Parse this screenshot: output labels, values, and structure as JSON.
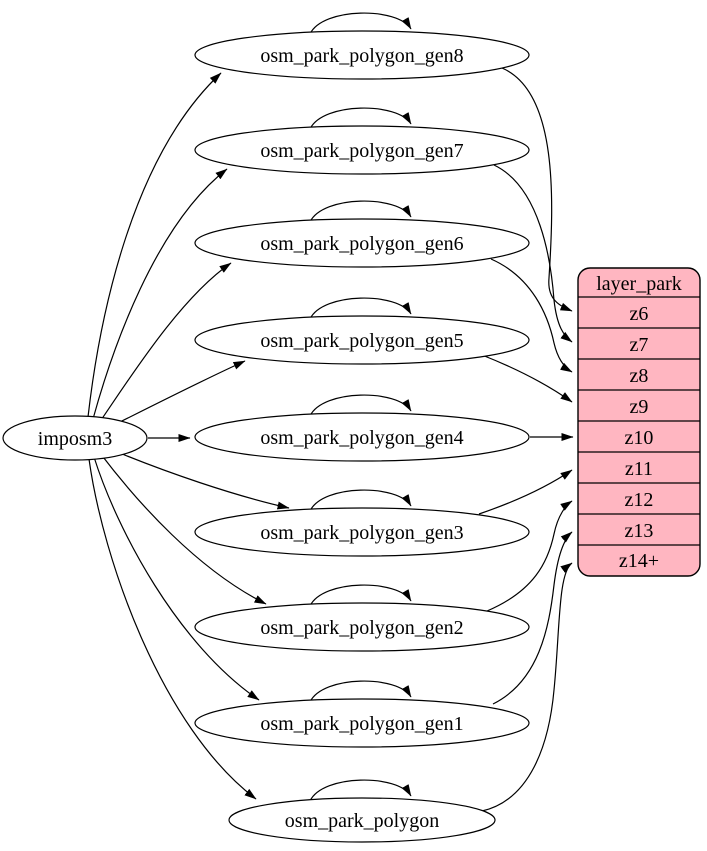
{
  "nodes": {
    "imposm3": "imposm3",
    "gen8": "osm_park_polygon_gen8",
    "gen7": "osm_park_polygon_gen7",
    "gen6": "osm_park_polygon_gen6",
    "gen5": "osm_park_polygon_gen5",
    "gen4": "osm_park_polygon_gen4",
    "gen3": "osm_park_polygon_gen3",
    "gen2": "osm_park_polygon_gen2",
    "gen1": "osm_park_polygon_gen1",
    "polygon": "osm_park_polygon"
  },
  "table": {
    "title": "layer_park",
    "rows": [
      "z6",
      "z7",
      "z8",
      "z9",
      "z10",
      "z11",
      "z12",
      "z13",
      "z14+"
    ]
  },
  "edges": [
    {
      "from": "imposm3",
      "to": "osm_park_polygon_gen8"
    },
    {
      "from": "imposm3",
      "to": "osm_park_polygon_gen7"
    },
    {
      "from": "imposm3",
      "to": "osm_park_polygon_gen6"
    },
    {
      "from": "imposm3",
      "to": "osm_park_polygon_gen5"
    },
    {
      "from": "imposm3",
      "to": "osm_park_polygon_gen4"
    },
    {
      "from": "imposm3",
      "to": "osm_park_polygon_gen3"
    },
    {
      "from": "imposm3",
      "to": "osm_park_polygon_gen2"
    },
    {
      "from": "imposm3",
      "to": "osm_park_polygon_gen1"
    },
    {
      "from": "imposm3",
      "to": "osm_park_polygon"
    },
    {
      "from": "osm_park_polygon_gen8",
      "to": "osm_park_polygon_gen8",
      "self_loop": true
    },
    {
      "from": "osm_park_polygon_gen7",
      "to": "osm_park_polygon_gen7",
      "self_loop": true
    },
    {
      "from": "osm_park_polygon_gen6",
      "to": "osm_park_polygon_gen6",
      "self_loop": true
    },
    {
      "from": "osm_park_polygon_gen5",
      "to": "osm_park_polygon_gen5",
      "self_loop": true
    },
    {
      "from": "osm_park_polygon_gen4",
      "to": "osm_park_polygon_gen4",
      "self_loop": true
    },
    {
      "from": "osm_park_polygon_gen3",
      "to": "osm_park_polygon_gen3",
      "self_loop": true
    },
    {
      "from": "osm_park_polygon_gen2",
      "to": "osm_park_polygon_gen2",
      "self_loop": true
    },
    {
      "from": "osm_park_polygon_gen1",
      "to": "osm_park_polygon_gen1",
      "self_loop": true
    },
    {
      "from": "osm_park_polygon",
      "to": "osm_park_polygon",
      "self_loop": true
    },
    {
      "from": "osm_park_polygon_gen8",
      "to": "layer_park.z6"
    },
    {
      "from": "osm_park_polygon_gen7",
      "to": "layer_park.z7"
    },
    {
      "from": "osm_park_polygon_gen6",
      "to": "layer_park.z8"
    },
    {
      "from": "osm_park_polygon_gen5",
      "to": "layer_park.z9"
    },
    {
      "from": "osm_park_polygon_gen4",
      "to": "layer_park.z10"
    },
    {
      "from": "osm_park_polygon_gen3",
      "to": "layer_park.z11"
    },
    {
      "from": "osm_park_polygon_gen2",
      "to": "layer_park.z12"
    },
    {
      "from": "osm_park_polygon_gen1",
      "to": "layer_park.z13"
    },
    {
      "from": "osm_park_polygon",
      "to": "layer_park.z14+"
    }
  ],
  "colors": {
    "table_fill": "#FFB6C1",
    "node_fill": "#FFFFFF",
    "line": "#000000"
  }
}
